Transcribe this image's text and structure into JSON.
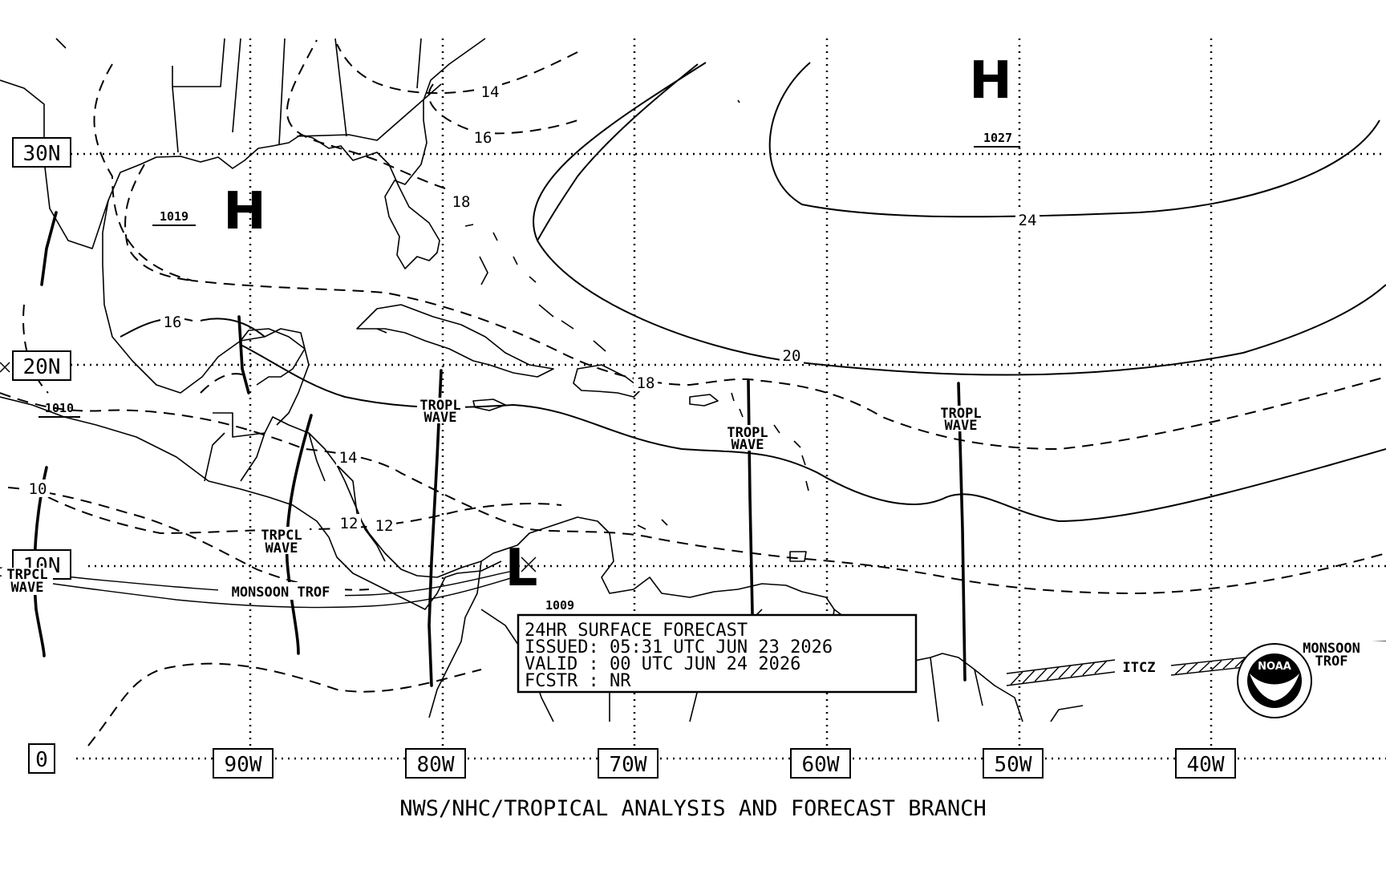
{
  "grid_labels": {
    "lat": [
      "30N",
      "20N",
      "10N",
      "0"
    ],
    "lon": [
      "90W",
      "80W",
      "70W",
      "60W",
      "50W",
      "40W"
    ]
  },
  "pressure_centers": [
    {
      "symbol": "H",
      "value": "1019"
    },
    {
      "symbol": "H",
      "value": "1027"
    },
    {
      "symbol": "L",
      "value": "1009"
    }
  ],
  "other_pressures": [
    "1010"
  ],
  "isobar_labels": [
    "14",
    "16",
    "18",
    "24",
    "16",
    "20",
    "18",
    "14",
    "10",
    "12",
    "12"
  ],
  "features": {
    "tropical_wave_top": "TROPL",
    "tropical_wave_bottom": "WAVE",
    "tropical_wave_alt_top": "TRPCL",
    "monsoon_trof": "MONSOON TROF",
    "monsoon_trof_right_1": "MONSOON",
    "monsoon_trof_right_2": "TROF",
    "itcz": "ITCZ"
  },
  "forecast_box": {
    "line1": "24HR SURFACE FORECAST",
    "line2": "ISSUED: 05:31 UTC JUN 23 2026",
    "line3": "VALID : 00 UTC JUN 24 2026",
    "line4": "FCSTR : NR"
  },
  "logo": {
    "text": "NOAA"
  },
  "footer": "NWS/NHC/TROPICAL ANALYSIS AND FORECAST BRANCH",
  "colors": {
    "ink": "#000000",
    "paper": "#ffffff"
  }
}
